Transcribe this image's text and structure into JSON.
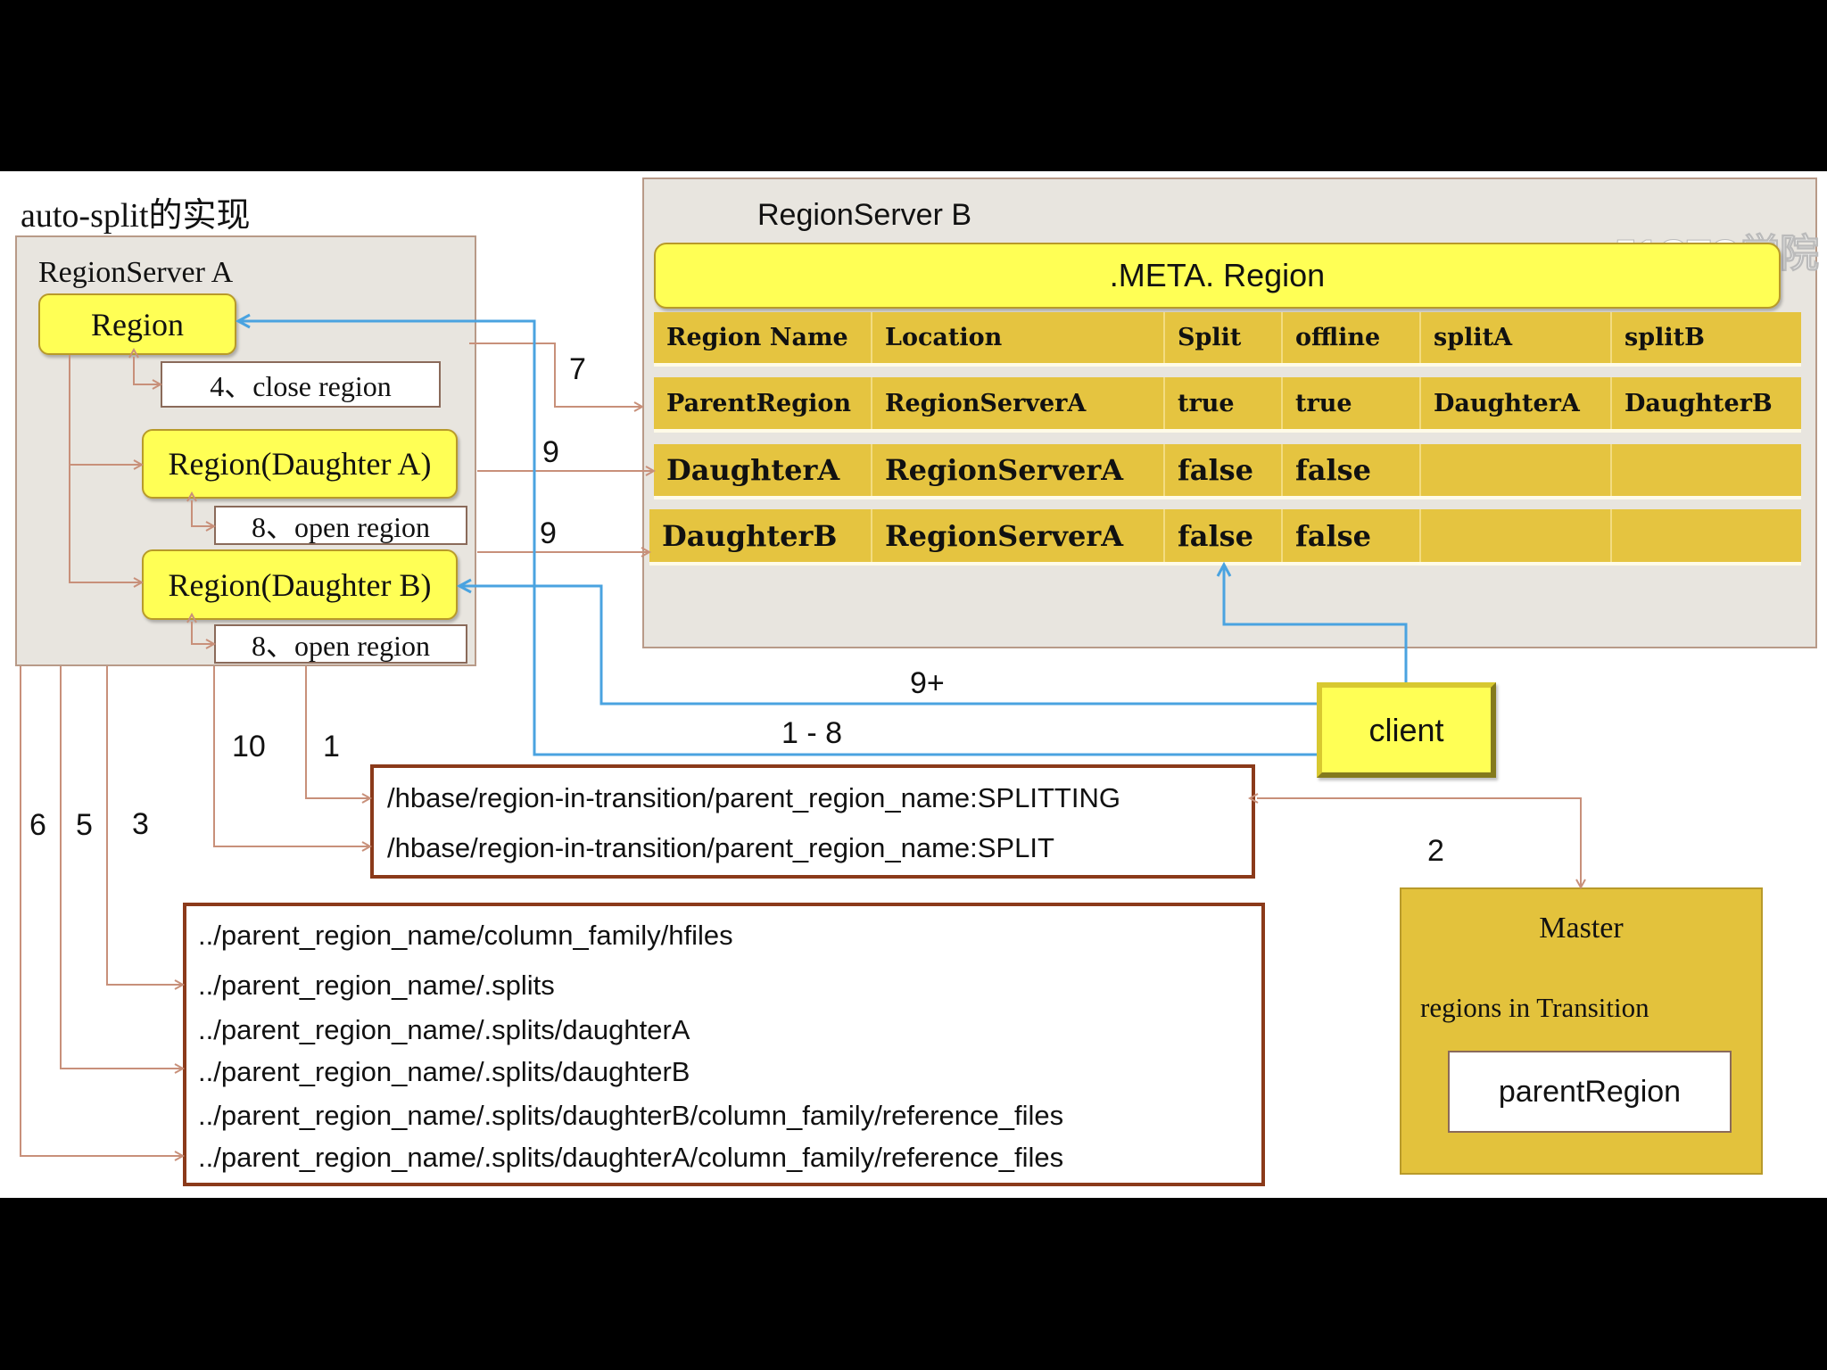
{
  "title": "auto-split的实现",
  "watermark": "51CTO学院",
  "regionserver_a": {
    "label": "RegionServer A",
    "region": "Region",
    "close_region": "4、close region",
    "daughter_a": "Region(Daughter A)",
    "open_region_a": "8、open region",
    "daughter_b": "Region(Daughter B)",
    "open_region_b": "8、open region"
  },
  "regionserver_b": {
    "label": "RegionServer B",
    "meta_region": ".META. Region",
    "table": {
      "headers": [
        "Region Name",
        "Location",
        "Split",
        "offline",
        "splitA",
        "splitB"
      ],
      "rows": [
        [
          "ParentRegion",
          "RegionServerA",
          "true",
          "true",
          "DaughterA",
          "DaughterB"
        ],
        [
          "DaughterA",
          "RegionServerA",
          "false",
          "false",
          "",
          ""
        ],
        [
          "DaughterB",
          "RegionServerA",
          "false",
          "false",
          "",
          ""
        ]
      ]
    }
  },
  "client": "client",
  "zookeeper_paths": [
    "/hbase/region-in-transition/parent_region_name:SPLITTING",
    "/hbase/region-in-transition/parent_region_name:SPLIT"
  ],
  "hdfs_paths": [
    "../parent_region_name/column_family/hfiles",
    "../parent_region_name/.splits",
    "../parent_region_name/.splits/daughterA",
    "../parent_region_name/.splits/daughterB",
    "../parent_region_name/.splits/daughterB/column_family/reference_files",
    "../parent_region_name/.splits/daughterA/column_family/reference_files"
  ],
  "master": {
    "title": "Master",
    "subtitle": "regions in Transition",
    "item": "parentRegion"
  },
  "step_labels": {
    "s7": "7",
    "s9a": "9",
    "s9b": "9",
    "s9plus": "9+",
    "s1to8": "1 - 8",
    "s10": "10",
    "s1": "1",
    "s6": "6",
    "s5": "5",
    "s3": "3",
    "s2": "2"
  },
  "colors": {
    "yellow": "#ffff55",
    "table_gold": "#e5c440",
    "master_gold": "#e3c23c",
    "arrow_blue": "#4aa3e0",
    "arrow_brown": "#c8907a",
    "box_border": "#8b3a1a"
  }
}
